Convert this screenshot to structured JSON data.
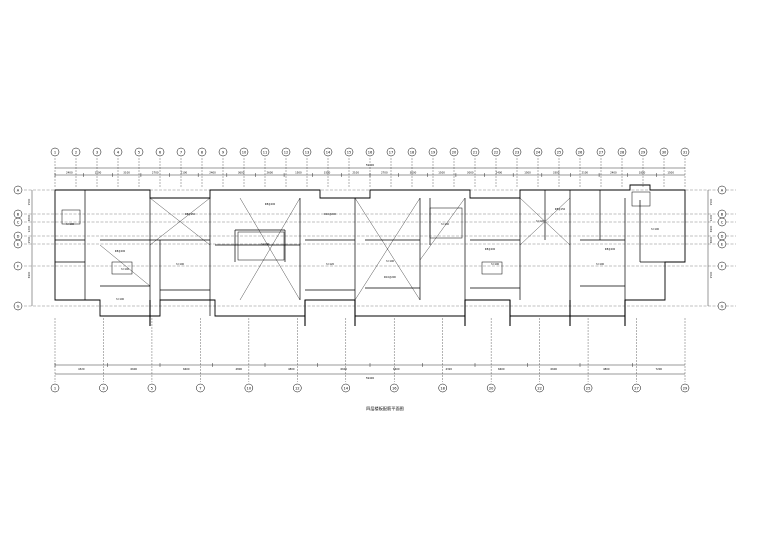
{
  "drawing": {
    "title": "四层楼板配筋平面图",
    "axes_top": [
      "1",
      "2",
      "3",
      "4",
      "5",
      "6",
      "7",
      "8",
      "9",
      "10",
      "11",
      "12",
      "13",
      "14",
      "15",
      "16",
      "17",
      "18",
      "19",
      "20",
      "21",
      "22",
      "23",
      "24",
      "25",
      "26",
      "27",
      "28",
      "29",
      "30",
      "31"
    ],
    "axes_bottom": [
      "1",
      "3",
      "5",
      "7",
      "10",
      "12",
      "14",
      "16",
      "18",
      "20",
      "22",
      "25",
      "27",
      "29"
    ],
    "axes_left": [
      "A",
      "B",
      "C",
      "D",
      "E",
      "F",
      "G"
    ],
    "axes_right": [
      "A",
      "B",
      "C",
      "D",
      "E",
      "F",
      "G"
    ],
    "top_dimensions": [
      "2400",
      "1500",
      "3100",
      "2700",
      "2100",
      "2400",
      "3600",
      "2600",
      "1500",
      "3300",
      "2100",
      "2700",
      "3600",
      "1500",
      "3000",
      "2400",
      "1500",
      "3300",
      "2100",
      "2400",
      "1800",
      "1500"
    ],
    "top_overall": "59400",
    "bottom_dimensions": [
      "4320",
      "6600",
      "6600",
      "4800",
      "4800",
      "6600",
      "6600",
      "4320",
      "6600",
      "6600",
      "4800",
      "7200"
    ],
    "bottom_overall": "59400",
    "left_dimensions": [
      "1500",
      "3600",
      "1200",
      "1500",
      "3900"
    ],
    "right_dimensions": [
      "1500",
      "1200",
      "3900",
      "3600",
      "1500"
    ],
    "slab_labels": [
      "h=100",
      "h=100",
      "h=100",
      "h=100",
      "h=120",
      "h=100",
      "h=100",
      "h=100",
      "h=120",
      "h=100",
      "h=100",
      "h=100"
    ],
    "rebar_labels": [
      "Φ8@200",
      "Φ8@150",
      "Φ8@200",
      "Φ10@200",
      "Φ8@200",
      "Φ8@150",
      "Φ8@200",
      "Φ10@200"
    ]
  }
}
